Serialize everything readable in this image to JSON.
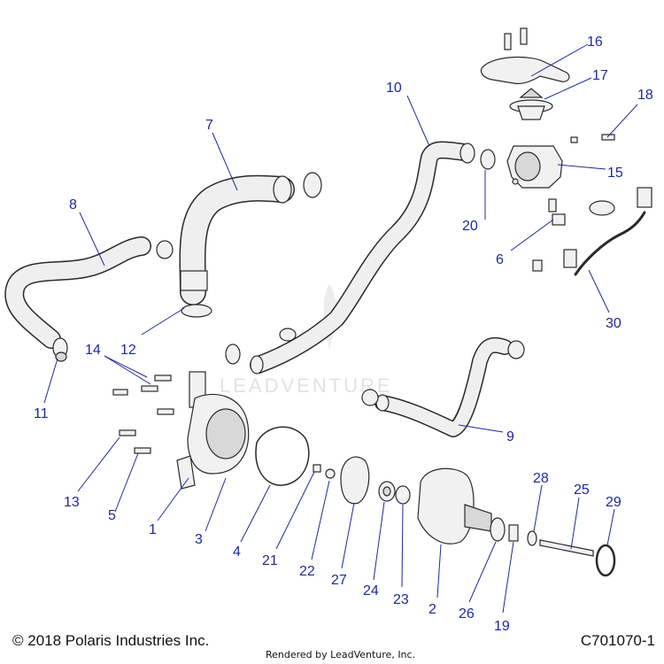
{
  "watermark": "LEADVENTURE",
  "footer": {
    "copyright": "© 2018 Polaris Industries Inc.",
    "rendered_by": "Rendered by LeadVenture, Inc.",
    "diagram_code": "C701070-1"
  },
  "callouts": {
    "c1": "1",
    "c2": "2",
    "c3": "3",
    "c4": "4",
    "c5": "5",
    "c6": "6",
    "c7": "7",
    "c8": "8",
    "c9": "9",
    "c10": "10",
    "c11": "11",
    "c12": "12",
    "c13": "13",
    "c14": "14",
    "c15": "15",
    "c16": "16",
    "c17": "17",
    "c18": "18",
    "c19": "19",
    "c20": "20",
    "c21": "21",
    "c22": "22",
    "c23": "23",
    "c24": "24",
    "c25": "25",
    "c26": "26",
    "c27": "27",
    "c28": "28",
    "c29": "29",
    "c30": "30"
  },
  "colors": {
    "callout": "#1c2a9a",
    "line": "#2a2a2a",
    "part_fill": "#f1f1f1"
  }
}
